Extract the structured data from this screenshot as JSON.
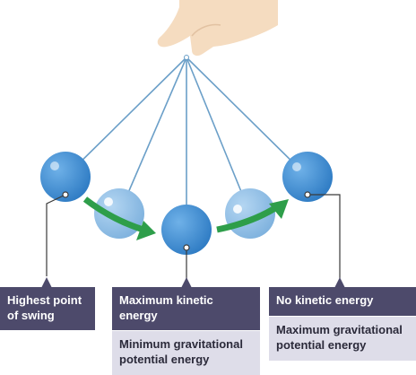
{
  "labels": {
    "highest_point": "Highest point of swing",
    "maximum_kinetic": "Maximum kinetic energy",
    "minimum_gravitational": "Minimum gravitational potential energy",
    "no_kinetic": "No kinetic energy",
    "maximum_gravitational": "Maximum gravitational potential energy"
  },
  "colors": {
    "label_dark": "#4d4a6b",
    "label_light": "#dedde9",
    "ball_solid": "#3f8fd4",
    "ball_faded": "#8dbde6",
    "string": "#6b9fc8",
    "arrow": "#2e9e4a",
    "hand": "#f5dcc0",
    "leader_line": "#3a3a3a"
  }
}
